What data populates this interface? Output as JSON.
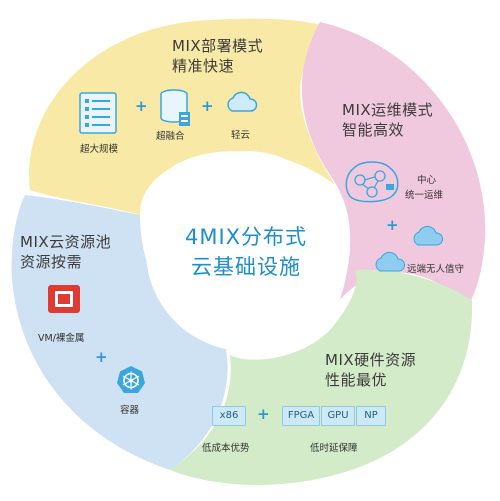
{
  "center": {
    "line1": "4MIX分布式",
    "line2": "云基础设施"
  },
  "petals": {
    "deploy": {
      "title1": "MIX部署模式",
      "title2": "精准快速",
      "items": [
        "超大规模",
        "超融合",
        "轻云"
      ],
      "color": "#f8eaa6"
    },
    "ops": {
      "title1": "MIX运维模式",
      "title2": "智能高效",
      "items": [
        "中心",
        "统一运维",
        "远端无人值守"
      ],
      "color": "#f1c9df"
    },
    "hardware": {
      "title1": "MIX硬件资源",
      "title2": "性能最优",
      "chips": [
        "x86",
        "FPGA",
        "GPU",
        "NP"
      ],
      "labels": [
        "低成本优势",
        "低时延保障"
      ],
      "color": "#d4ebc9"
    },
    "cloud": {
      "title1": "MIX云资源池",
      "title2": "资源按需",
      "items": [
        "VM/裸金属",
        "容器"
      ],
      "color": "#cfe2f3"
    }
  },
  "colors": {
    "accent": "#1b8fd0",
    "plus": "#2d9ad6",
    "icon_blue": "#3aa6de",
    "icon_red": "#e03a33"
  },
  "icons": [
    "server-rack-icon",
    "hyper-converged-icon",
    "light-cloud-icon",
    "brain-network-icon",
    "cloud-icon",
    "openstack-logo-icon",
    "kubernetes-wheel-icon"
  ]
}
